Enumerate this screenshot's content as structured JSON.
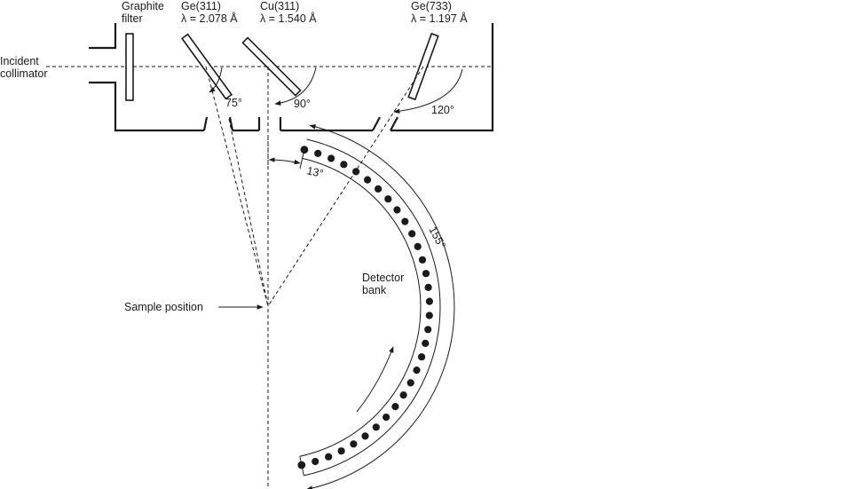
{
  "labels": {
    "graphite_filter": [
      "Graphite",
      "filter"
    ],
    "incident_collimator": [
      "Incident",
      "collimator"
    ],
    "sample_position": "Sample position",
    "detector_bank": [
      "Detector",
      "bank"
    ]
  },
  "monochromators": [
    {
      "crystal": "Ge(311)",
      "wavelength": "λ = 2.078 Å",
      "takeoff_angle": "75°"
    },
    {
      "crystal": "Cu(311)",
      "wavelength": "λ = 1.540 Å",
      "takeoff_angle": "90°"
    },
    {
      "crystal": "Ge(733)",
      "wavelength": "λ = 1.197 Å",
      "takeoff_angle": "120°"
    }
  ],
  "detector": {
    "count": 32,
    "start_angle_label": "13°",
    "span_label": "155°",
    "start_angle_deg": 13,
    "span_deg": 155
  },
  "colors": {
    "ink": "#1a1a1a",
    "background": "#ffffff"
  }
}
